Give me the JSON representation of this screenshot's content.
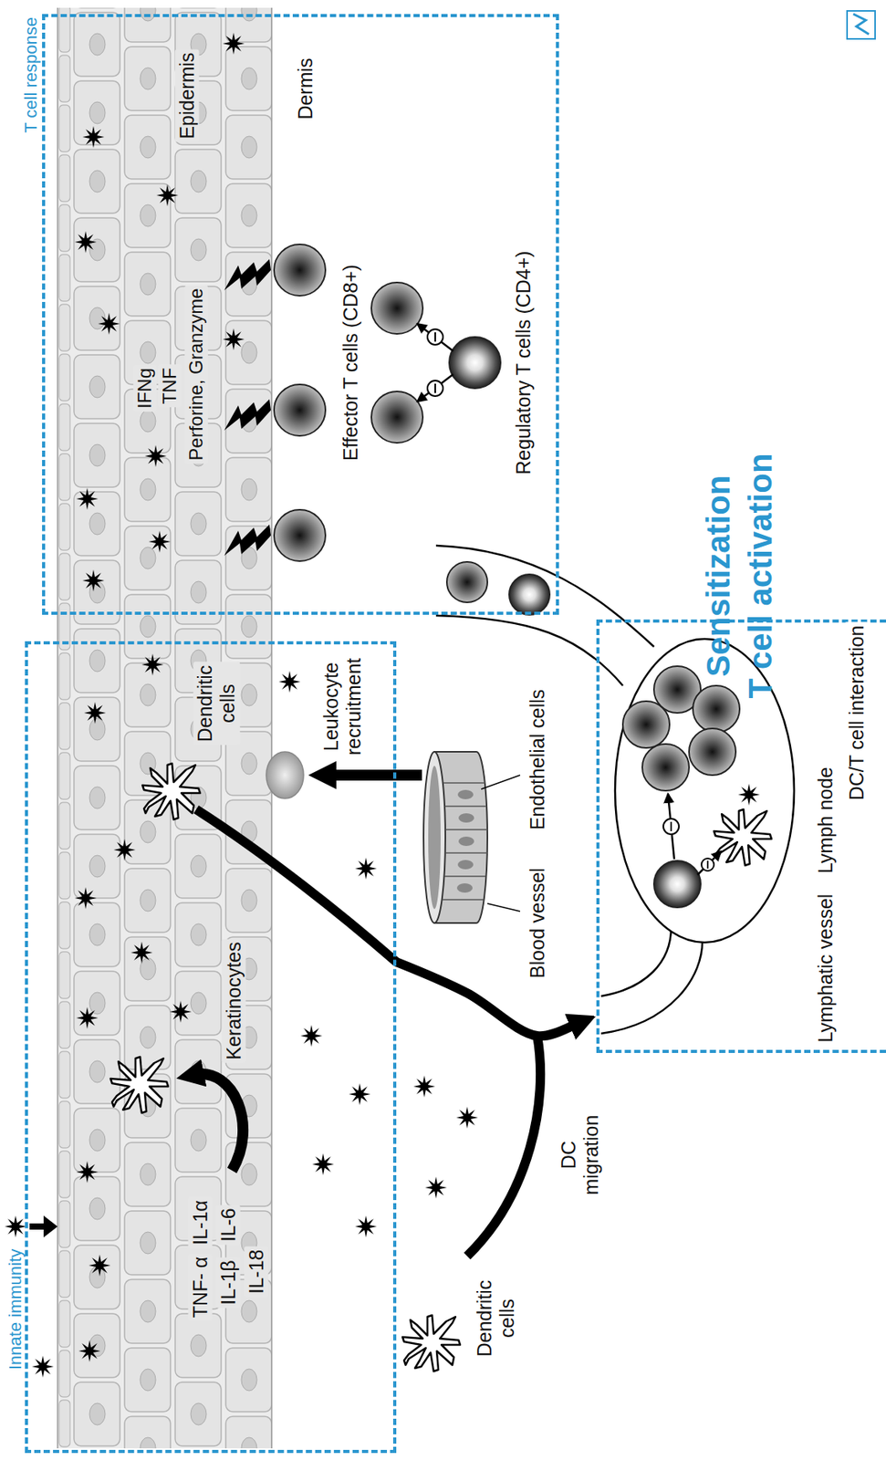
{
  "diagram": {
    "nodes": [
      {
        "text": [
          "Innate immunity"
        ]
      },
      {
        "text": [
          "T cell response"
        ]
      },
      {
        "text": [
          "Sensitization",
          "T cell activation"
        ]
      }
    ],
    "edges": [
      {
        "from": 0,
        "to": 2,
        "arrow": "to",
        "label": "DC migration"
      }
    ],
    "labels": [
      "TNF- α",
      "IL-1α",
      "IL-1β",
      "IL-6",
      "IL-18",
      "Keratinocytes",
      "Dendritic cells",
      "Leukocyte recruitment",
      "Blood vessel",
      "Endothelial cells",
      "Dendritic cells",
      "Epidermis",
      "Dermis",
      "IFNg",
      "TNF",
      "Perforine, Granzyme",
      "Effector T cells (CD8+)",
      "Regulatory T cells (CD4+)",
      "Lymphatic vessel",
      "Lymph node",
      "DC/T cell interaction"
    ]
  }
}
